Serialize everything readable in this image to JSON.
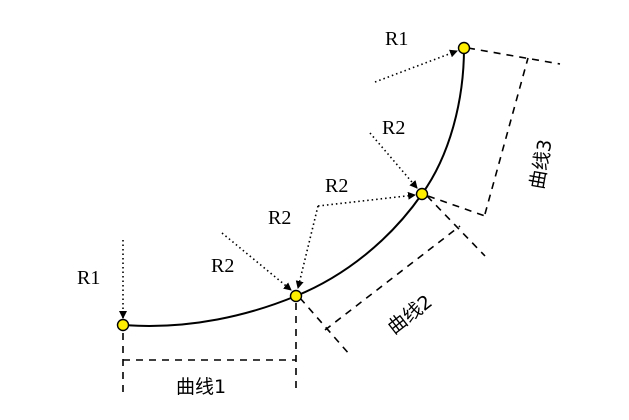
{
  "labels": {
    "r1_left": "R1",
    "r1_top": "R1",
    "r2_mid_left": "R2",
    "r2_mid_upper": "R2",
    "r2_mid_right": "R2",
    "r2_upper": "R2",
    "curve1": "曲线1",
    "curve2": "曲线2",
    "curve3": "曲线3"
  },
  "colors": {
    "point_fill": "#ffee00",
    "line": "#000000"
  }
}
